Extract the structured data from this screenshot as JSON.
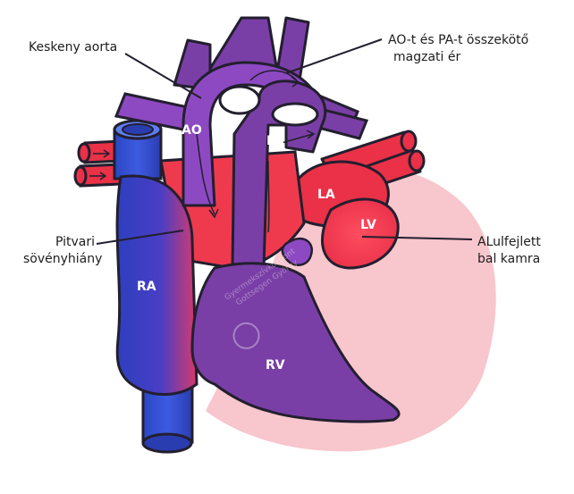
{
  "labels": {
    "aorta": "AO",
    "pulmonary_artery": "PA",
    "left_atrium": "LA",
    "left_ventricle": "LV",
    "right_atrium": "RA",
    "right_ventricle": "RV"
  },
  "callouts": {
    "narrow_aorta": "Keskeny aorta",
    "ductus": {
      "line1": "AO-t és PA-t összekötő",
      "line2": "magzati ér"
    },
    "septal_defect": {
      "line1": "Pitvari",
      "line2": "sövényhiány"
    },
    "underdeveloped_lv": {
      "line1": "ALulfejlett",
      "line2": "bal kamra"
    }
  },
  "watermark": {
    "line1": "Gyermekszívközpont",
    "line2": "Gottsegen György"
  },
  "colors": {
    "deoxygenated": "#3348c9",
    "oxygenated": "#ef3a4e",
    "mixed": "#7a3fa6",
    "heart_tissue": "#f7c4cc",
    "outline": "#231f2f"
  }
}
